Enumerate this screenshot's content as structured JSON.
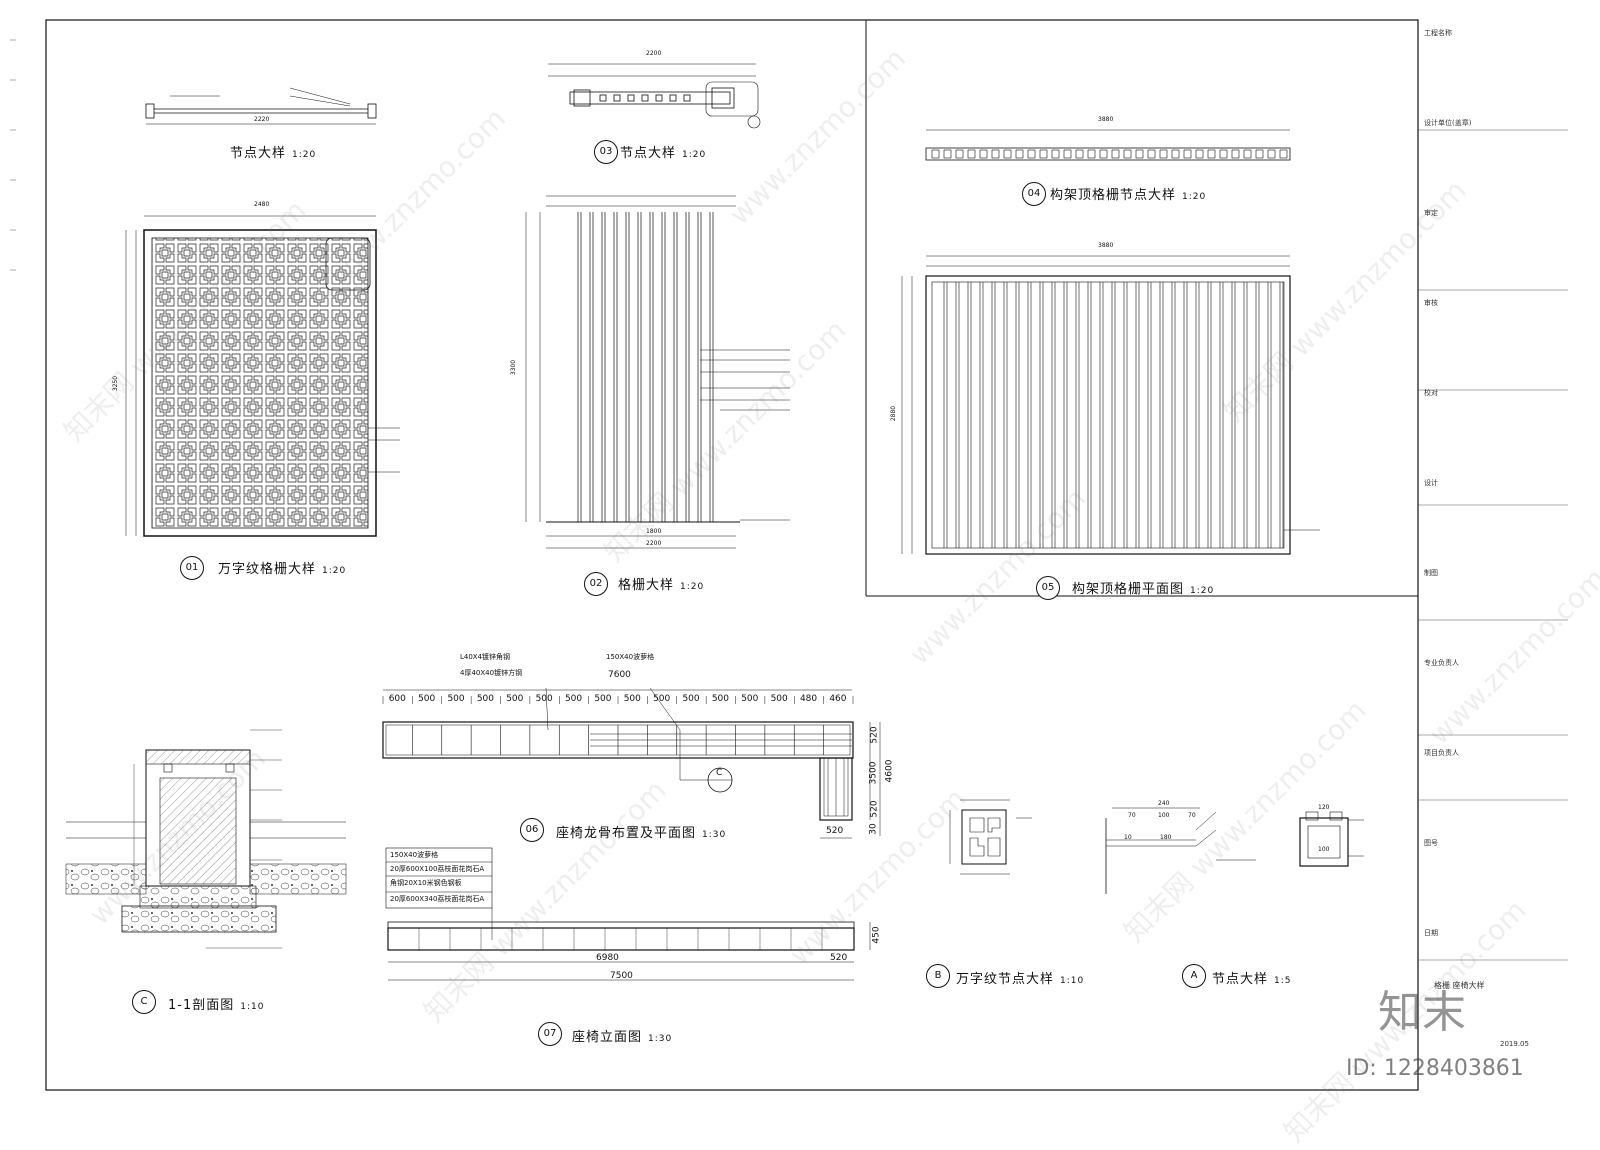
{
  "drawings": {
    "d_top_left": {
      "title": "节点大样",
      "scale": "1:20",
      "width": "2220"
    },
    "d03": {
      "num": "03",
      "title": "节点大样",
      "scale": "1:20",
      "width": "2200"
    },
    "d04": {
      "num": "04",
      "title": "构架顶格栅节点大样",
      "scale": "1:20",
      "width": "3880"
    },
    "d01": {
      "num": "01",
      "title": "万字纹格栅大样",
      "scale": "1:20",
      "width": "2480",
      "height": "3250"
    },
    "d02": {
      "num": "02",
      "title": "格栅大样",
      "scale": "1:20",
      "width": "2200",
      "inner_width": "1800",
      "height": "3300"
    },
    "d05": {
      "num": "05",
      "title": "构架顶格栅平面图",
      "scale": "1:20",
      "width": "3880",
      "height": "2880"
    },
    "d06": {
      "num": "06",
      "title": "座椅龙骨布置及平面图",
      "scale": "1:30",
      "total": "7600",
      "seg_labels": [
        "600",
        "500",
        "500",
        "500",
        "500",
        "500",
        "500",
        "500",
        "500",
        "500",
        "500",
        "500",
        "500",
        "500",
        "480",
        "460"
      ],
      "side_dims": [
        "520",
        "3500",
        "520",
        "4600",
        "30"
      ],
      "bottom_dim": "520",
      "callout1": "L40X4镀锌角钢",
      "callout2": "4厚40X40镀锌方钢",
      "callout3": "150X40波萝格",
      "ref": "C"
    },
    "d07": {
      "num": "07",
      "title": "座椅立面图",
      "scale": "1:30",
      "dim1": "6980",
      "dim2": "520",
      "total": "7500",
      "height": "450",
      "notes": [
        "150X40波萝格",
        "20厚600X100荔枝面花岗石A",
        "角钢20X10米钢色钢板",
        "20厚600X340荔枝面花岗石A"
      ]
    },
    "dC": {
      "num": "C",
      "title": "1-1剖面图",
      "scale": "1:10"
    },
    "dB": {
      "num": "B",
      "title": "万字纹节点大样",
      "scale": "1:10"
    },
    "dA": {
      "num": "A",
      "title": "节点大样",
      "scale": "1:5",
      "dims": [
        "240",
        "70",
        "100",
        "70",
        "180",
        "10",
        "120",
        "100"
      ]
    }
  },
  "title_block": {
    "rows": [
      "工程名称",
      "设计单位(盖章)",
      "审定",
      "审核",
      "校对",
      "设计",
      "制图",
      "专业负责人",
      "项目负责人",
      "图号",
      "日期"
    ],
    "sheet_name": "格栅 座椅大样",
    "date": "2019.05"
  },
  "watermark": {
    "text": "www.znzmo.com",
    "site": "知末网",
    "logo": "知末",
    "id": "ID: 1228403861"
  },
  "colors": {
    "line": "#111111",
    "hatch": "#555555",
    "watermark": "#9a9a9a",
    "background": "#ffffff"
  }
}
